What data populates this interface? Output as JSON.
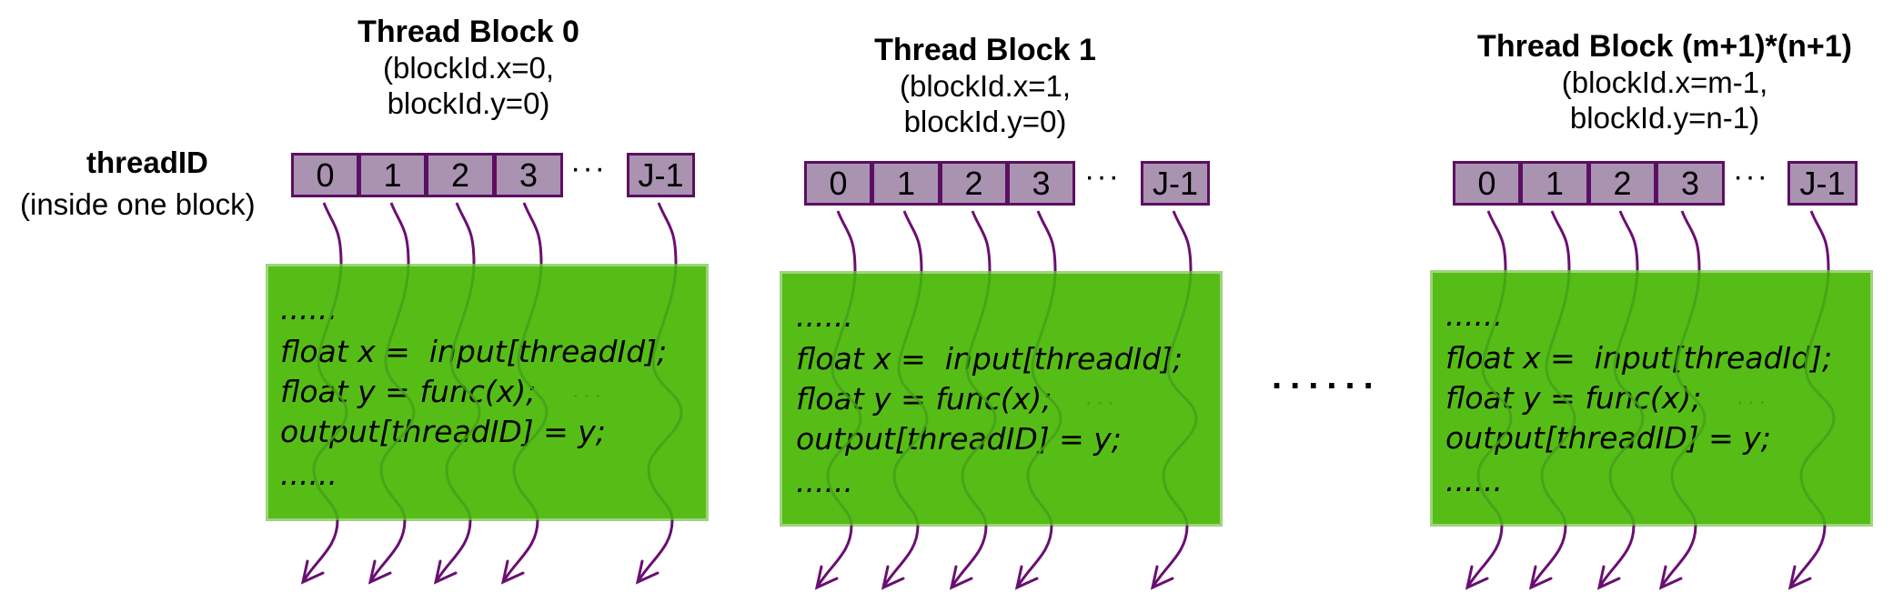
{
  "left_label": {
    "title": "threadID",
    "subtitle": "(inside one block)"
  },
  "blocks": [
    {
      "title": "Thread Block 0",
      "line1": "(blockId.x=0,",
      "line2": " blockId.y=0)",
      "threads": [
        "0",
        "1",
        "2",
        "3"
      ],
      "ellipsis": "···",
      "last_thread": "J-1"
    },
    {
      "title": "Thread Block 1",
      "line1": "(blockId.x=1,",
      "line2": " blockId.y=0)",
      "threads": [
        "0",
        "1",
        "2",
        "3"
      ],
      "ellipsis": "···",
      "last_thread": "J-1"
    },
    {
      "title": "Thread Block (m+1)*(n+1)",
      "line1": "(blockId.x=m-1,",
      "line2": " blockId.y=n-1)",
      "threads": [
        "0",
        "1",
        "2",
        "3"
      ],
      "ellipsis": "···",
      "last_thread": "J-1"
    }
  ],
  "code": {
    "lines": [
      "......",
      "float x =  input[threadId];",
      "float y = func(x);",
      "output[threadID] = y;",
      "......"
    ],
    "faint_ellipsis": "···"
  },
  "between_blocks_ellipsis": "......",
  "colors": {
    "thread_cell_fill": "#a993b1",
    "thread_cell_border": "#5c0f62",
    "code_box_fill": "#56bd17",
    "code_box_border": "#9fd47f",
    "arrow": "#6a0f72"
  }
}
